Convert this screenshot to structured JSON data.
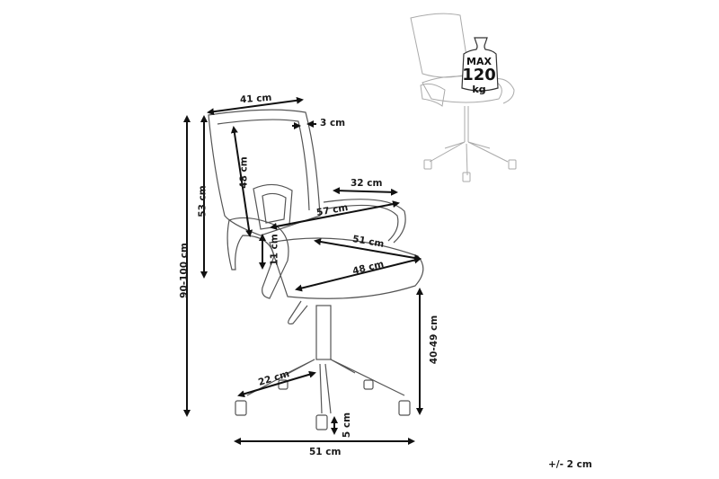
{
  "diagram": {
    "subject": "office chair dimensions",
    "dimensions": {
      "backrest_width": "41 cm",
      "backrest_depth": "3 cm",
      "backrest_height": "48 cm",
      "back_height": "53 cm",
      "total_height": "90-100 cm",
      "armrest_length": "32 cm",
      "armrest_span": "57 cm",
      "seat_width": "51 cm",
      "seat_depth": "48 cm",
      "armrest_height": "11 cm",
      "seat_height": "40-49 cm",
      "leg_length": "22 cm",
      "caster_height": "5 cm",
      "base_width": "51 cm"
    },
    "load_badge": {
      "max_label": "MAX",
      "value": "120",
      "unit": "kg"
    },
    "tolerance": "+/- 2 cm"
  }
}
